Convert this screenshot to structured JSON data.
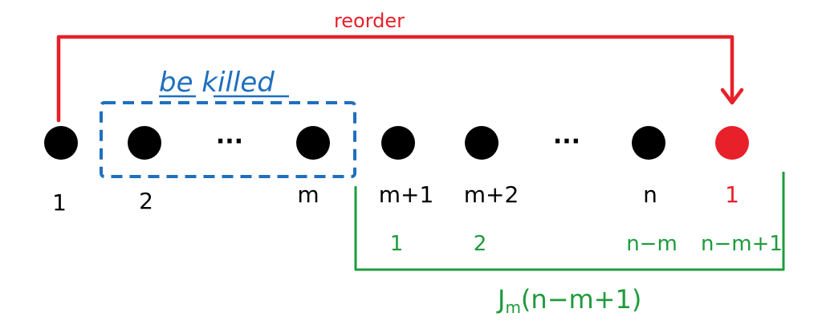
{
  "annotations": {
    "reorder": "reorder",
    "killed": "be killed",
    "ellipsis": "···",
    "josephus_base": "J",
    "josephus_sub": "m",
    "josephus_arg": "(n−m+1)"
  },
  "nodes": [
    {
      "id": "1",
      "label": "1",
      "new_label": ""
    },
    {
      "id": "2",
      "label": "2",
      "new_label": ""
    },
    {
      "id": "ellipsis-a",
      "label": "",
      "new_label": ""
    },
    {
      "id": "m",
      "label": "m",
      "new_label": ""
    },
    {
      "id": "m-plus-1",
      "label": "m+1",
      "new_label": "1"
    },
    {
      "id": "m-plus-2",
      "label": "m+2",
      "new_label": "2"
    },
    {
      "id": "ellipsis-b",
      "label": "",
      "new_label": ""
    },
    {
      "id": "n",
      "label": "n",
      "new_label": "n−m"
    },
    {
      "id": "moved-1",
      "label": "1",
      "new_label": "n−m+1"
    }
  ],
  "colors": {
    "node": "#000000",
    "moved_node": "#e8202a",
    "reorder": "#e8202a",
    "killed": "#1f6fbf",
    "renumber": "#1e9b3c"
  }
}
